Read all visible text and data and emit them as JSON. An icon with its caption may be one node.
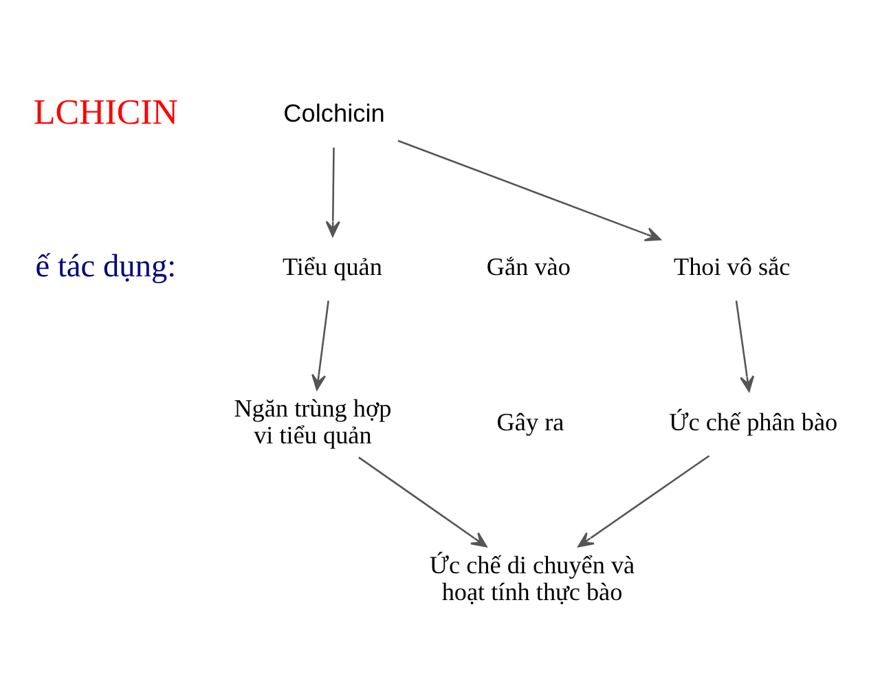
{
  "diagram": {
    "nodes": [
      {
        "text": [
          "Colchicin"
        ]
      },
      {
        "text": [
          "Tiểu quản"
        ]
      },
      {
        "text": [
          "Thoi vô sắc"
        ]
      },
      {
        "text": [
          "Ngăn trùng hợp vi tiểu quản"
        ]
      },
      {
        "text": [
          "Ức chế phân bào"
        ]
      },
      {
        "text": [
          "Ức chế di chuyển và hoạt tính thực bào"
        ]
      }
    ],
    "edges": [
      {
        "from": 0,
        "to": 1,
        "arrow": "to"
      },
      {
        "from": 0,
        "to": 2,
        "arrow": "to"
      },
      {
        "from": 1,
        "to": 3,
        "arrow": "to"
      },
      {
        "from": 2,
        "to": 4,
        "arrow": "to"
      },
      {
        "from": 3,
        "to": 5,
        "arrow": "to"
      },
      {
        "from": 4,
        "to": 5,
        "arrow": "to"
      }
    ],
    "labels": [
      "LCHICIN",
      "ế tác dụng:",
      "Gắn vào",
      "Gây ra"
    ]
  }
}
